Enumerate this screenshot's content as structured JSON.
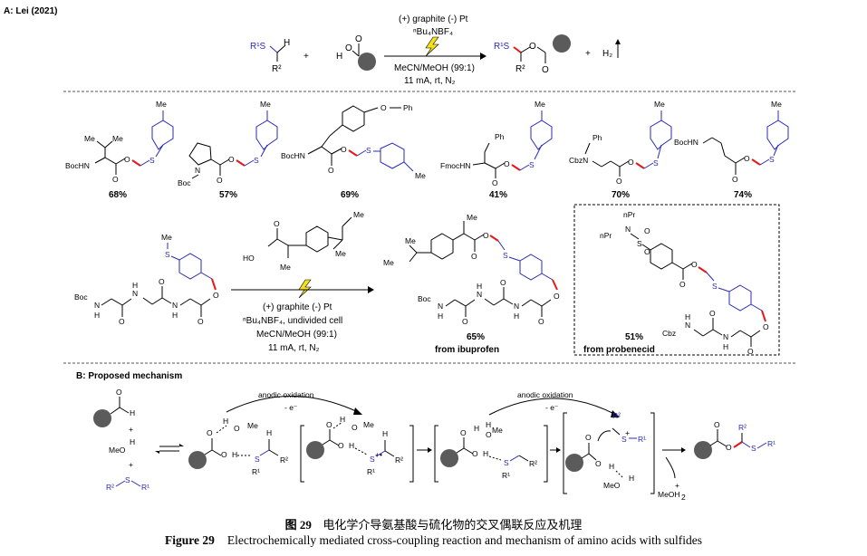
{
  "sectionA": {
    "title": "A: Lei (2021)",
    "top_reaction": {
      "above_arrow": [
        "(+) graphite (-) Pt",
        "ⁿBu₄NBF₄"
      ],
      "below_arrow": [
        "MeCN/MeOH (99:1)",
        "11 mA, rt, N₂"
      ],
      "plus": "+",
      "byproduct": "H₂"
    },
    "products": [
      {
        "yield": "68%",
        "protecting_group": "BocHN",
        "side_chain": "Me Me"
      },
      {
        "yield": "57%",
        "protecting_group": "Boc",
        "side_chain": "N"
      },
      {
        "yield": "69%",
        "protecting_group": "BocHN",
        "side_chain": "Ph"
      },
      {
        "yield": "41%",
        "protecting_group": "FmocHN",
        "side_chain": "Ph"
      },
      {
        "yield": "70%",
        "protecting_group": "CbzN",
        "side_chain": "Ph"
      },
      {
        "yield": "74%",
        "protecting_group": "BocHN",
        "side_chain": ""
      }
    ],
    "middle_reaction": {
      "below_arrow": [
        "(+) graphite (-) Pt",
        "ⁿBu₄NBF₄, undivided cell",
        "MeCN/MeOH (99:1)",
        "11 mA, rt, N₂"
      ],
      "product_yield": "65%",
      "product_note": "from ibuprofen"
    },
    "boxed_example": {
      "yield": "51%",
      "note": "from probenecid",
      "groups": [
        "nPr",
        "nPr",
        "N",
        "S",
        "O",
        "O",
        "Cbz"
      ]
    }
  },
  "sectionB": {
    "title": "B: Proposed mechanism",
    "step1": "anodic oxidation",
    "step1_electron": "- e⁻",
    "step2": "anodic oxidation",
    "step2_electron": "- e⁻",
    "reagents": [
      "+",
      "+"
    ]
  },
  "caption": {
    "cn_label": "图 29",
    "cn_text": "电化学介导氨基酸与硫化物的交叉偶联反应及机理",
    "en_label": "Figure 29",
    "en_text": "Electrochemically mediated cross-coupling reaction and mechanism of amino acids with sulfides"
  }
}
